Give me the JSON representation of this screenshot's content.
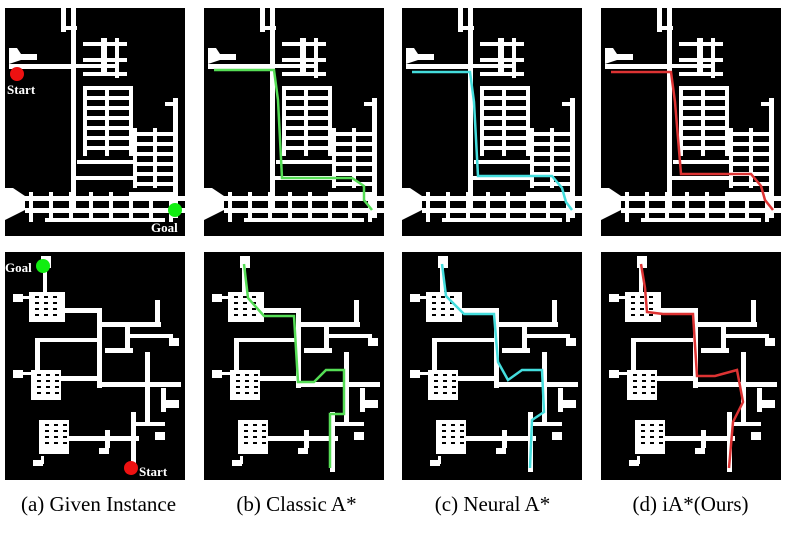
{
  "captions": [
    "(a) Given Instance",
    "(b) Classic A*",
    "(c) Neural A*",
    "(d) iA*(Ours)"
  ],
  "markers": {
    "start": "Start",
    "goal": "Goal"
  },
  "colors": {
    "background": "#000000",
    "corridor": "#ffffff",
    "start_marker": "#ee1111",
    "goal_marker": "#11ee11",
    "path_classic": "#55dd55",
    "path_neural": "#44dddd",
    "path_ours": "#dd3333"
  }
}
